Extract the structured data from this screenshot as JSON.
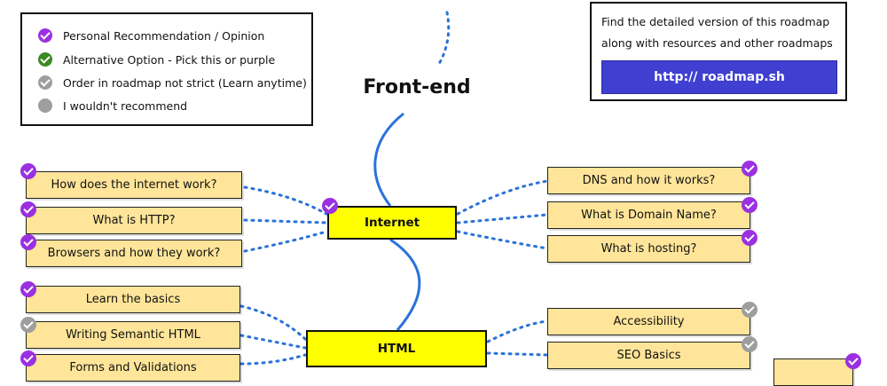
{
  "colors": {
    "purple": "#9b30e0",
    "green": "#3a8a23",
    "grey": "#9e9e9e",
    "topic_fill": "#ffe599",
    "main_fill": "#ffff00",
    "link_blue": "#2a72d9",
    "button_blue": "#3f3fd1"
  },
  "legend": {
    "items": [
      {
        "label": "Personal Recommendation / Opinion",
        "badge": "purple",
        "icon": "check-icon"
      },
      {
        "label": "Alternative Option - Pick this or purple",
        "badge": "green",
        "icon": "check-icon"
      },
      {
        "label": "Order in roadmap not strict (Learn anytime)",
        "badge": "grey",
        "icon": "check-icon"
      },
      {
        "label": "I wouldn't recommend",
        "badge": "grey",
        "icon": "circle-icon"
      }
    ]
  },
  "info": {
    "line1": "Find the detailed version of this roadmap",
    "line2": "along with resources and other roadmaps",
    "link": "http:// roadmap.sh"
  },
  "title": "Front-end",
  "nodes": {
    "internet": {
      "label": "Internet",
      "badge": "purple"
    },
    "html": {
      "label": "HTML"
    },
    "how_internet": {
      "label": "How does the internet work?",
      "badge": "purple"
    },
    "http": {
      "label": "What is HTTP?",
      "badge": "purple"
    },
    "browsers": {
      "label": "Browsers and how they work?",
      "badge": "purple"
    },
    "dns": {
      "label": "DNS and how it works?",
      "badge": "purple"
    },
    "domain": {
      "label": "What is Domain Name?",
      "badge": "purple"
    },
    "hosting": {
      "label": "What is hosting?",
      "badge": "purple"
    },
    "basics": {
      "label": "Learn the basics",
      "badge": "purple"
    },
    "semantic": {
      "label": "Writing Semantic HTML",
      "badge": "grey"
    },
    "forms": {
      "label": "Forms and Validations",
      "badge": "purple"
    },
    "accessibility": {
      "label": "Accessibility",
      "badge": "grey"
    },
    "seo": {
      "label": "SEO Basics",
      "badge": "grey"
    },
    "partial": {
      "label": "",
      "badge": "purple"
    }
  }
}
